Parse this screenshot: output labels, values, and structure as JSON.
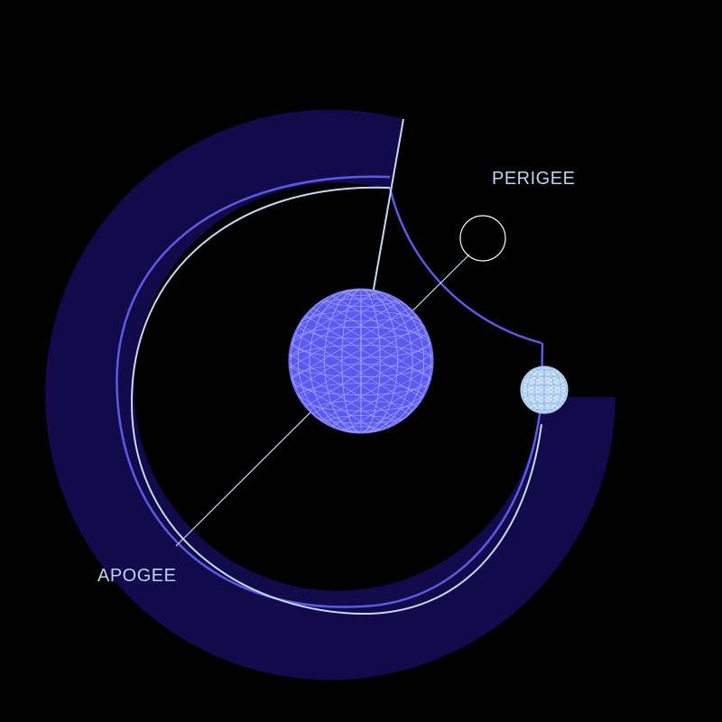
{
  "labels": {
    "perigee": "PERIGEE",
    "apogee": "APOGEE"
  },
  "colors": {
    "background": "#000000",
    "earth": "#5a5af0",
    "earth_mesh": "#b8b8ff",
    "orbit_outer": "#5b5be6",
    "orbit_inner": "#c6dcf2",
    "sweep_band": "#120a4a",
    "moon": "#dce8ff",
    "moon_mesh": "#7fb0e8",
    "label": "#bcd4f0",
    "apsis_line": "#c6dcf2",
    "marker": "#ffffff"
  },
  "icons": {
    "earth": "wireframe-sphere",
    "moon": "wireframe-sphere",
    "perigee_marker": "circle-outline"
  }
}
